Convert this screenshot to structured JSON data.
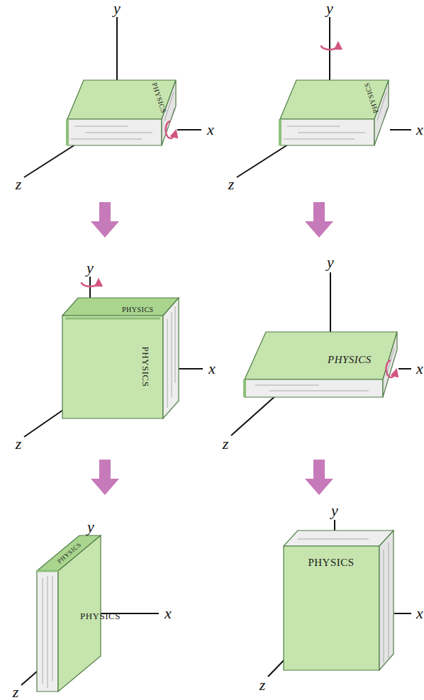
{
  "diagram": {
    "labels": [
      "y",
      "x",
      "z",
      "PHYSICS",
      "y",
      "x",
      "z",
      "PHYSICS",
      "y",
      "PHYSICS",
      "PHYSICS",
      "x",
      "z",
      "y",
      "PHYSICS",
      "x",
      "z",
      "y",
      "PHYSICS",
      "PHYSICS",
      "x",
      "z",
      "y",
      "PHYSICS",
      "x",
      "z"
    ]
  }
}
